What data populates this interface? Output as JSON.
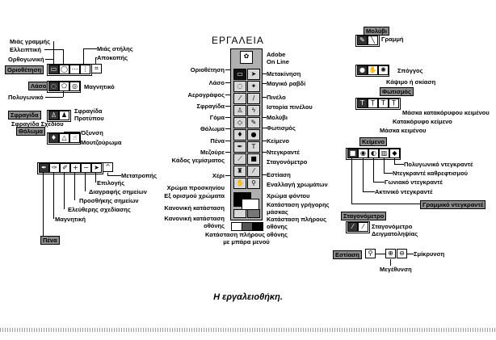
{
  "title": "ΕΡΓΑΛΕΙΑ",
  "caption": "Η εργαλειοθήκη.",
  "toolbox": {
    "left_labels": [
      "Οριοθέτηση",
      "Λάσο",
      "Αερογράφος",
      "Σφραγίδα",
      "Γόμα",
      "Θόλωμα",
      "Πένα",
      "Μεζούρε",
      "Κάδος γεμίσματος",
      "Χέρι",
      "Χρώμα προσκηνίου",
      "Εξ ορισμού χρώματα",
      "Κανονική κατάσταση",
      "Κανονική κατάσταση οθόνης"
    ],
    "right_labels": [
      "Adobe On Line",
      "Μετακίνηση",
      "Μαγικό ραβδί",
      "Πινέλο",
      "Ιστορία πινέλου",
      "Μολύβι",
      "Φωτισμός",
      "Κείμενο",
      "Ντεγκραντέ",
      "Σταγονόμετρο",
      "Εστίαση",
      "Εναλλαγή χρωμάτων",
      "Χρώμα φόντου",
      "Κατάσταση γρήγορης μάσκας",
      "Κατάσταση πλήρους οθόνης"
    ],
    "bottom_label": "Κατάσταση πλήρους οθόνης με μπάρα μενού"
  },
  "groups": {
    "marquee": {
      "box": "Οριοθέτηση",
      "labels": [
        "Μιάς γραμμής",
        "Ελλειπτική",
        "Ορθογωνική",
        "Μιάς στήλης",
        "Αποκοπής"
      ]
    },
    "lasso": {
      "box": "Λάσο",
      "labels": [
        "Μαγνητικό",
        "Πολυγωνικό"
      ]
    },
    "stamp": {
      "box": "Σφραγίδα",
      "labels": [
        "Σφραγίδα Σχεδίου",
        "Σφραγίδα Προτύπου"
      ]
    },
    "blur": {
      "box": "Θόλωμα",
      "labels": [
        "Όξυνση",
        "Μουτζούρωμα"
      ]
    },
    "pen": {
      "box": "Πένα",
      "labels": [
        "Μετατροπής",
        "Επιλογής",
        "Διαγραφής σημείων",
        "Προσθήκης σημείων",
        "Ελεύθερης σχεδίασης",
        "Μαγνητική"
      ]
    },
    "pencil": {
      "box": "Μολύβι",
      "labels": [
        "Γραμμή"
      ]
    },
    "dodge": {
      "box": "Φωτισμός",
      "labels": [
        "Σπόγγος",
        "Κάψιμο ή σκίαση"
      ]
    },
    "type": {
      "box": "Κείμενο",
      "labels": [
        "Μάσκα κατακόρυφου κειμένου",
        "Κατακόρυφο κείμενο",
        "Μάσκα κειμένου"
      ]
    },
    "gradient": {
      "box": "Γραμμικό ντεγκραντέ",
      "labels": [
        "Πολυγωνικό ντεγκραντέ",
        "Ντεγκραντέ καθρεφτισμού",
        "Γωνιακό ντεγκραντέ",
        "Ακτινικό ντεγκραντέ"
      ]
    },
    "eyedropper": {
      "box": "Σταγονόμετρο",
      "labels": [
        "Σταγονόμετρο Δειγματοληψίας"
      ]
    },
    "zoom": {
      "box": "Εστίαση",
      "labels": [
        "Σμίκρυνση",
        "Μεγέθυνση"
      ]
    }
  },
  "colors": {
    "box_fill": "#8c8c8c",
    "toolbox_fill": "#b0b0b0",
    "line": "#000000"
  }
}
